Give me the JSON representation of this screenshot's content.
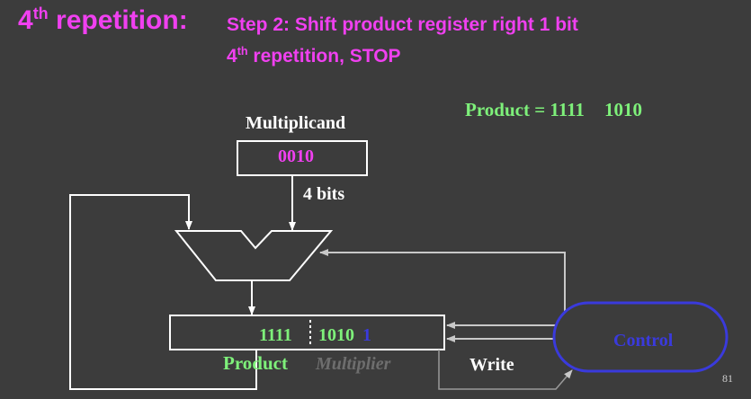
{
  "header": {
    "rep_number": "4",
    "rep_sup": "th",
    "rep_word": " repetition:",
    "step_line": "Step 2: Shift product register right 1 bit",
    "stop_number": "4",
    "stop_sup": "th",
    "stop_text": " repetition, STOP"
  },
  "result": {
    "label": "Product = 1111",
    "low": "1010"
  },
  "multiplicand": {
    "title": "Multiplicand",
    "value": "0010"
  },
  "bus_label": "4 bits",
  "product_register": {
    "high": "1111",
    "low": "1010",
    "extra_bit": "1"
  },
  "labels": {
    "product": "Product",
    "multiplier": "Multiplier",
    "write": "Write",
    "control": "Control"
  },
  "page_number": "81",
  "colors": {
    "background": "#3c3c3c",
    "magenta": "#f040f0",
    "green": "#7ef07a",
    "blue": "#3a3adc",
    "gray_text": "#6e6e6e"
  }
}
